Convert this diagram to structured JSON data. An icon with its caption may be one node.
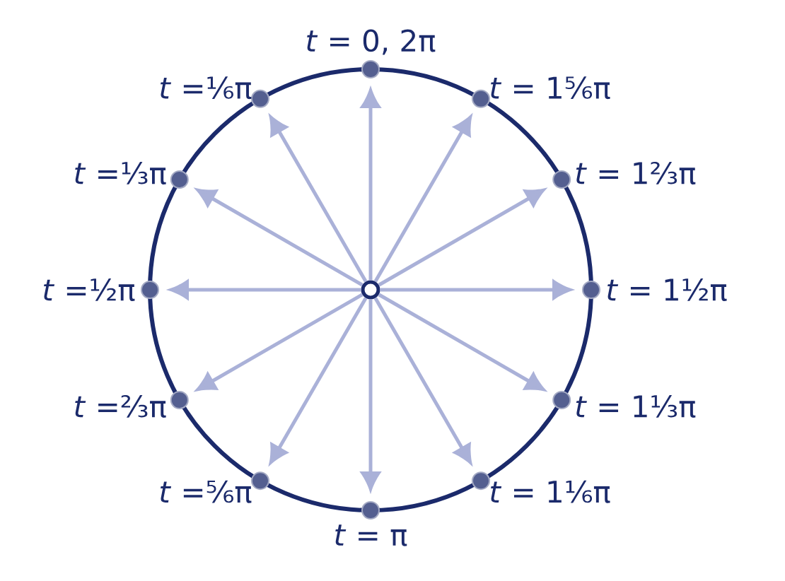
{
  "diagram": {
    "nodes": [
      {
        "text": [],
        "shape": "circle"
      },
      {
        "text": [],
        "shape": "circle",
        "beside": [
          "*t* = 0,  2π"
        ]
      },
      {
        "text": [],
        "shape": "circle",
        "beside": [
          "*t* =⅙π"
        ]
      },
      {
        "text": [],
        "shape": "circle",
        "beside": [
          "*t* =⅓π"
        ]
      },
      {
        "text": [],
        "shape": "circle",
        "beside": [
          "*t* =½π"
        ]
      },
      {
        "text": [],
        "shape": "circle",
        "beside": [
          "*t* =⅔π"
        ]
      },
      {
        "text": [],
        "shape": "circle",
        "beside": [
          "*t* =⅚π"
        ]
      },
      {
        "text": [],
        "shape": "circle",
        "beside": [
          "*t* = π"
        ]
      },
      {
        "text": [],
        "shape": "circle",
        "beside": [
          "*t* = 1⅙π"
        ]
      },
      {
        "text": [],
        "shape": "circle",
        "beside": [
          "*t* = 1⅓π"
        ]
      },
      {
        "text": [],
        "shape": "circle",
        "beside": [
          "*t* = 1½π"
        ]
      },
      {
        "text": [],
        "shape": "circle",
        "beside": [
          "*t* = 1⅔π"
        ]
      },
      {
        "text": [],
        "shape": "circle",
        "beside": [
          "*t* = 1⅚π"
        ]
      }
    ],
    "edges": [
      {
        "from": 0,
        "to": 1,
        "arrow": "to"
      },
      {
        "from": 0,
        "to": 2,
        "arrow": "to"
      },
      {
        "from": 0,
        "to": 3,
        "arrow": "to"
      },
      {
        "from": 0,
        "to": 4,
        "arrow": "to"
      },
      {
        "from": 0,
        "to": 5,
        "arrow": "to"
      },
      {
        "from": 0,
        "to": 6,
        "arrow": "to"
      },
      {
        "from": 0,
        "to": 7,
        "arrow": "to"
      },
      {
        "from": 0,
        "to": 8,
        "arrow": "to"
      },
      {
        "from": 0,
        "to": 9,
        "arrow": "to"
      },
      {
        "from": 0,
        "to": 10,
        "arrow": "to"
      },
      {
        "from": 0,
        "to": 11,
        "arrow": "to"
      },
      {
        "from": 0,
        "to": 12,
        "arrow": "to"
      }
    ]
  }
}
